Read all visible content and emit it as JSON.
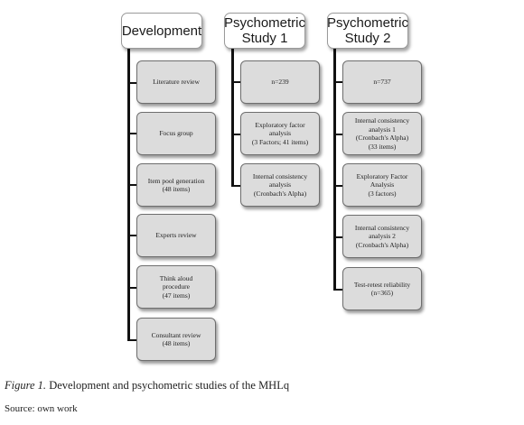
{
  "columns": [
    {
      "title_lines": [
        "Development"
      ],
      "nodes": [
        {
          "lines": [
            "Literature review"
          ]
        },
        {
          "lines": [
            "Focus group"
          ]
        },
        {
          "lines": [
            "Item pool generation",
            "(48 items)"
          ]
        },
        {
          "lines": [
            "Experts review"
          ]
        },
        {
          "lines": [
            "Think aloud",
            "procedure",
            "(47 items)"
          ]
        },
        {
          "lines": [
            "Consultant review",
            "(48 items)"
          ]
        }
      ]
    },
    {
      "title_lines": [
        "Psychometric",
        "Study 1"
      ],
      "nodes": [
        {
          "lines": [
            "n=239"
          ]
        },
        {
          "lines": [
            "Exploratory factor",
            "analysis",
            "(3 Factors; 41 items)"
          ]
        },
        {
          "lines": [
            "Internal consistency",
            "analysis",
            "(Cronbach's Alpha)"
          ]
        }
      ]
    },
    {
      "title_lines": [
        "Psychometric",
        "Study 2"
      ],
      "nodes": [
        {
          "lines": [
            "n=737"
          ]
        },
        {
          "lines": [
            "Internal consistency",
            "analysis  1",
            "(Cronbach's Alpha)",
            "(33 items)"
          ]
        },
        {
          "lines": [
            "Exploratory Factor",
            "Analysis",
            "(3 factors)"
          ]
        },
        {
          "lines": [
            "Internal consistency",
            "analysis 2",
            "(Cronbach's Alpha)"
          ]
        },
        {
          "lines": [
            "Test-retest reliability",
            "(n=365)"
          ]
        }
      ]
    }
  ],
  "caption": {
    "label": "Figure 1.",
    "text": " Development and psychometric studies of the MHLq"
  },
  "source": "Source: own work"
}
